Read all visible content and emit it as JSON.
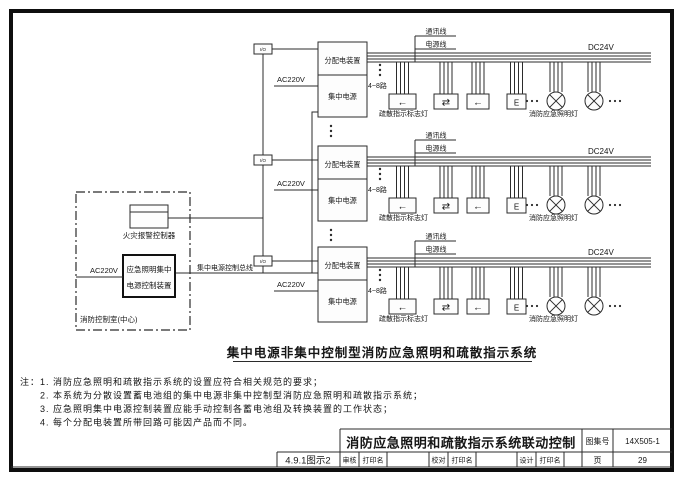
{
  "page": {
    "figure_ref": "4.9.1图示2",
    "title": "消防应急照明和疏散指示系统联动控制",
    "atlas_label": "图集号",
    "atlas_no": "14X505-1",
    "page_label": "页",
    "page_no": "29",
    "staff": [
      {
        "role": "审核",
        "name": "打印名"
      },
      {
        "role": "校对",
        "name": "打印名"
      },
      {
        "role": "设计",
        "name": "打印名"
      }
    ]
  },
  "diagram": {
    "caption": "集中电源非集中控制型消防应急照明和疏散指示系统",
    "row_labels": {
      "distribution": "分配电装置",
      "central_power": "集中电源",
      "ac_supply": "AC220V",
      "dc_supply": "DC24V",
      "comm_line": "通讯线",
      "power_line": "电源线",
      "circuits": "4~8路",
      "sign_lamps": "疏散指示标志灯",
      "emergency_lamps": "消防应急照明灯",
      "io_module": "I/O"
    },
    "sign_symbols": [
      "←",
      "⇄",
      "←",
      "E"
    ],
    "control_room": {
      "room": "消防控制室(中心)",
      "fire_alarm_controller": "火灾报警控制器",
      "control_device_line1": "应急照明集中",
      "control_device_line2": "电源控制装置",
      "ac_supply": "AC220V",
      "control_bus": "集中电源控制总线"
    }
  },
  "notes": {
    "prefix": "注：",
    "items": [
      "1. 消防应急照明和疏散指示系统的设置应符合相关规范的要求；",
      "2. 本系统为分散设置蓄电池组的集中电源非集中控制型消防应急照明和疏散指示系统；",
      "3. 应急照明集中电源控制装置应能手动控制各蓄电池组及转换装置的工作状态；",
      "4. 每个分配电装置所带回路可能因产品而不同。"
    ]
  }
}
